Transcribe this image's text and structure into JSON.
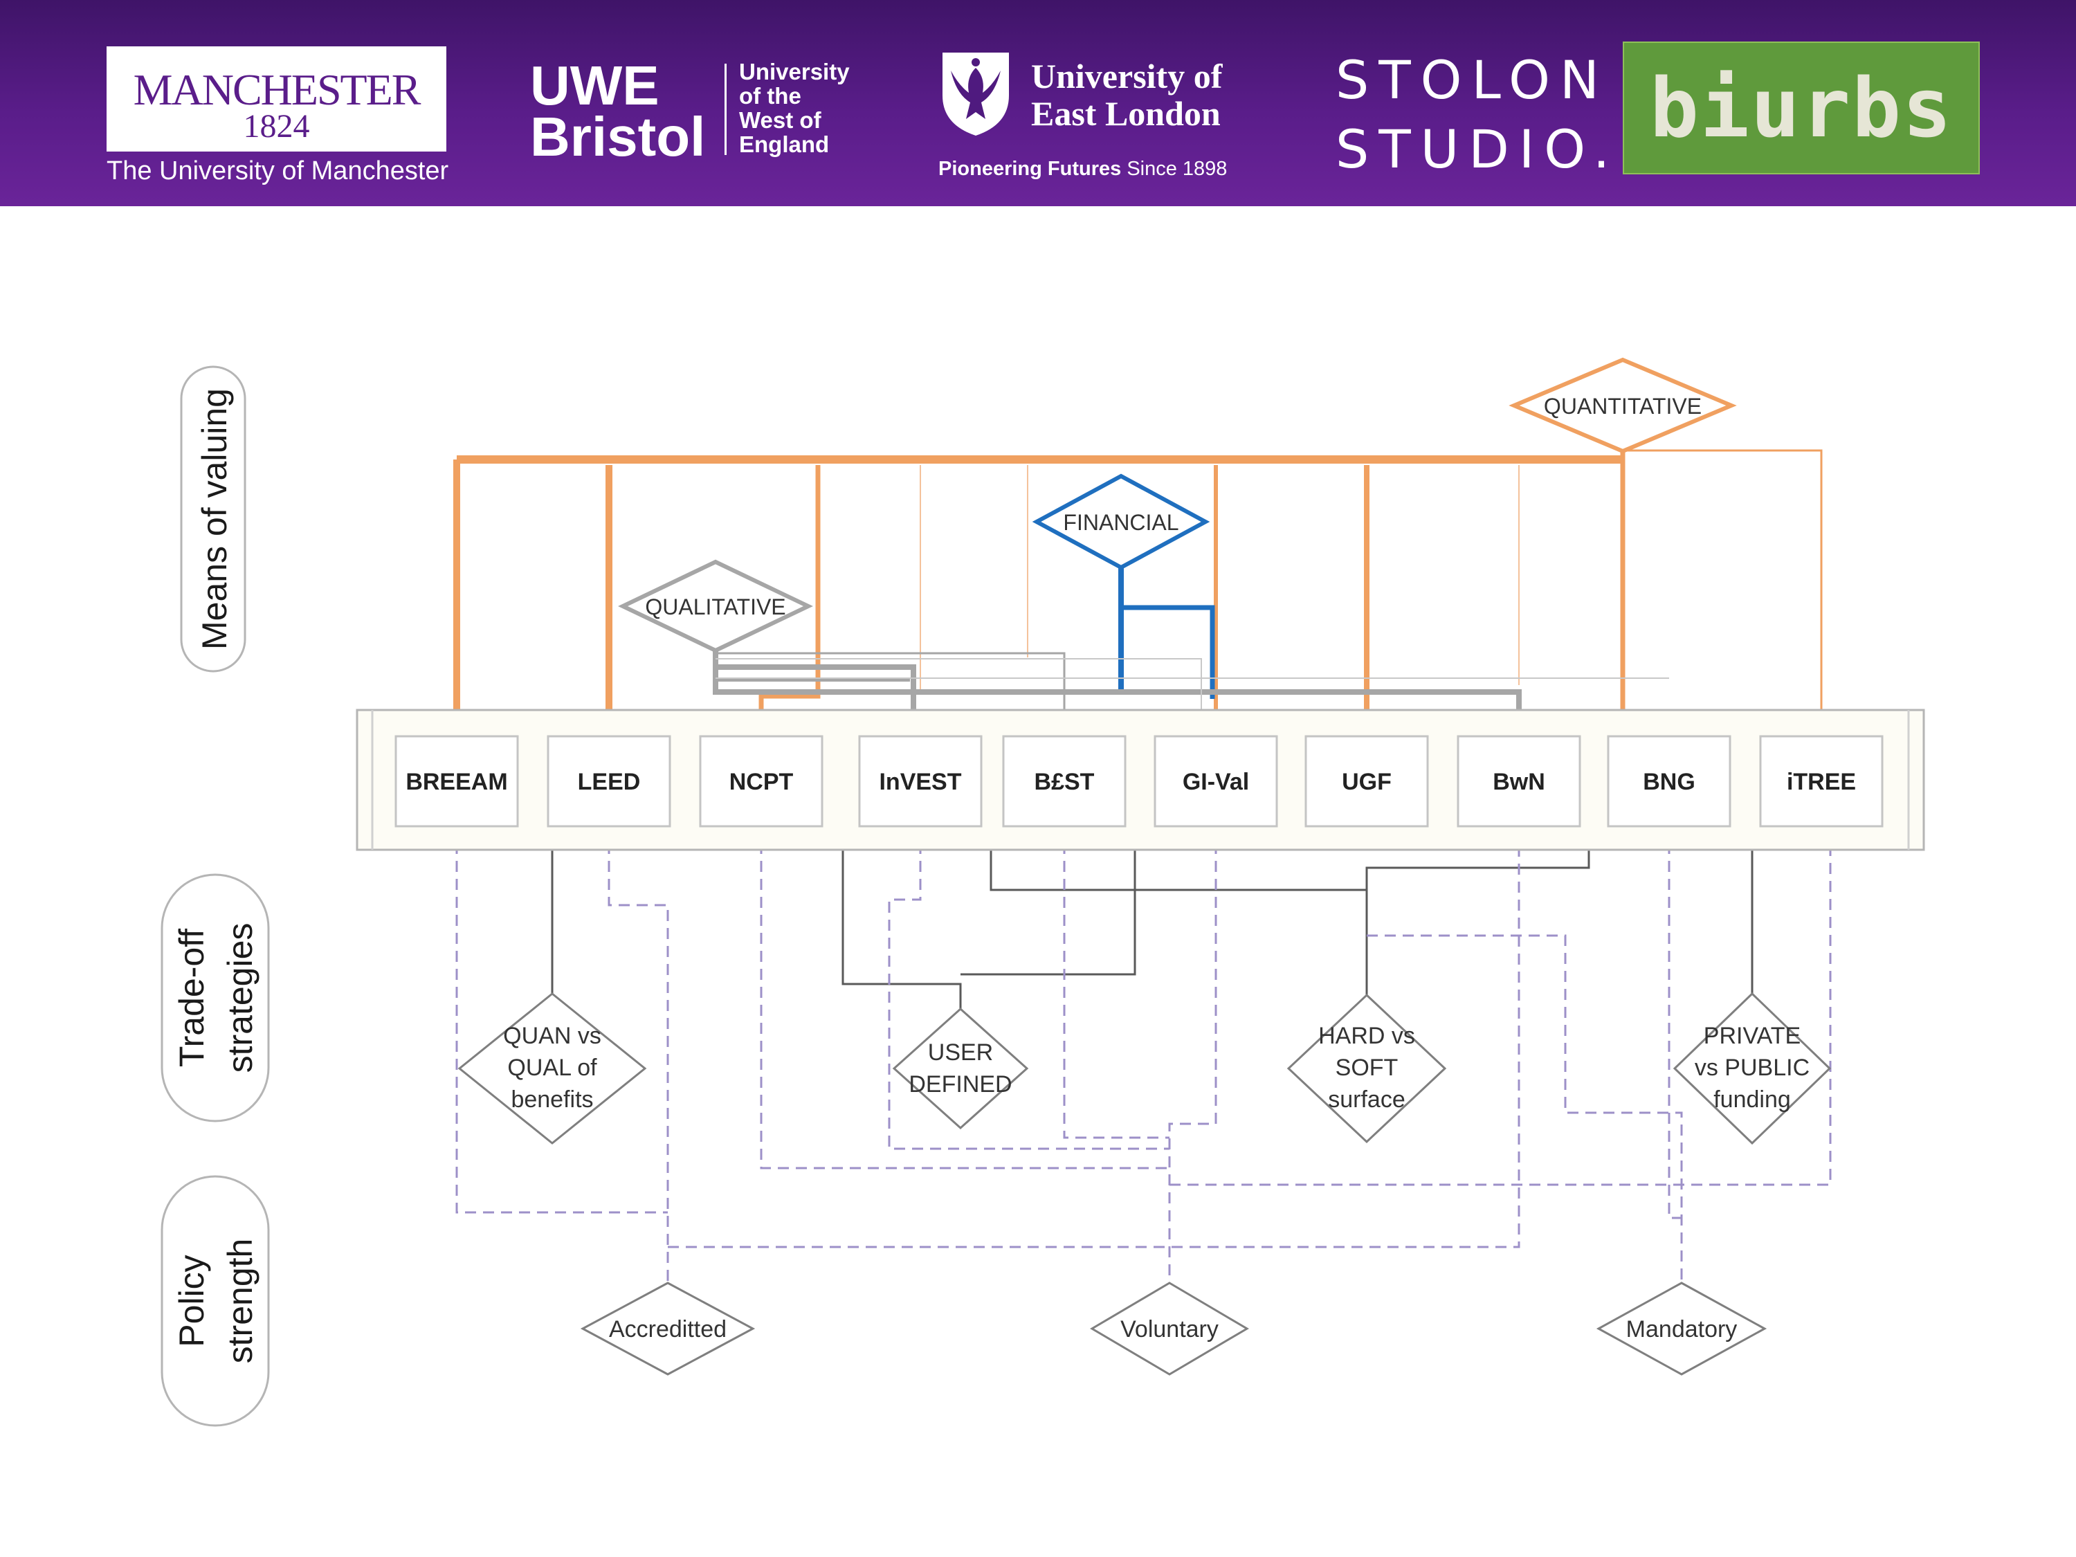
{
  "logos": {
    "manchester": {
      "name": "MANCHESTER",
      "year": "1824",
      "subtitle": "The University of Manchester"
    },
    "uwe": {
      "big_line1": "UWE",
      "big_line2": "Bristol",
      "small_lines": [
        "University",
        "of the",
        "West of",
        "England"
      ]
    },
    "uel": {
      "name_line1": "University of",
      "name_line2": "East London",
      "tagline_bold": "Pioneering Futures",
      "tagline_rest": " Since 1898",
      "crest_icon": "phoenix-crest-icon"
    },
    "stolon": {
      "line1": "STOLON",
      "line2": "STUDIO."
    },
    "biurbs": {
      "text": "biurbs"
    }
  },
  "diagram": {
    "row_labels": {
      "means": "Means of valuing",
      "tradeoff_line1": "Trade-off",
      "tradeoff_line2": "strategies",
      "policy_line1": "Policy",
      "policy_line2": "strength"
    },
    "tools": [
      {
        "id": "breeam",
        "label": "BREEAM"
      },
      {
        "id": "leed",
        "label": "LEED"
      },
      {
        "id": "ncpt",
        "label": "NCPT"
      },
      {
        "id": "invest",
        "label": "InVEST"
      },
      {
        "id": "best",
        "label": "B£ST"
      },
      {
        "id": "gi-val",
        "label": "GI-Val"
      },
      {
        "id": "ugf",
        "label": "UGF"
      },
      {
        "id": "bwn",
        "label": "BwN"
      },
      {
        "id": "bng",
        "label": "BNG"
      },
      {
        "id": "itree",
        "label": "iTREE"
      }
    ],
    "means_nodes": {
      "quantitative": "QUANTITATIVE",
      "financial": "FINANCIAL",
      "qualitative": "QUALITATIVE"
    },
    "tradeoff_nodes": [
      {
        "id": "quan-vs-qual",
        "lines": [
          "QUAN vs",
          "QUAL of",
          "benefits"
        ]
      },
      {
        "id": "user-defined",
        "lines": [
          "USER",
          "DEFINED"
        ]
      },
      {
        "id": "hard-vs-soft",
        "lines": [
          "HARD vs",
          "SOFT",
          "surface"
        ]
      },
      {
        "id": "private-vs-public",
        "lines": [
          "PRIVATE",
          "vs PUBLIC",
          "funding"
        ]
      }
    ],
    "policy_nodes": {
      "accredited": "Accreditted",
      "voluntary": "Voluntary",
      "mandatory": "Mandatory"
    },
    "colors": {
      "quantitative": "#f0a060",
      "financial": "#1f6fbf",
      "qualitative": "#a6a6a6",
      "tradeoff": "#595959",
      "policy": "#9d90c8",
      "tool_border": "#c4c4c4"
    }
  }
}
